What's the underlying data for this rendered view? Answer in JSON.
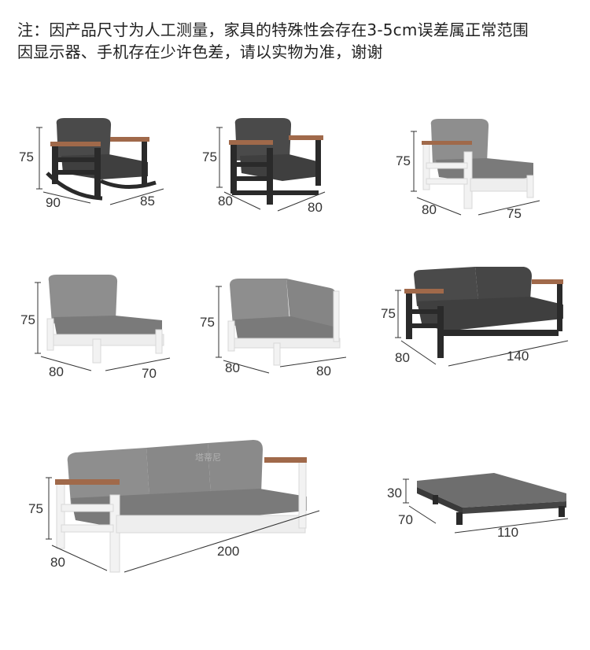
{
  "notice": {
    "line1": "注：因产品尺寸为人工测量，家具的特殊性会存在3-5cm误差属正常范围",
    "line2": "因显示器、手机存在少许色差，请以实物为准，谢谢"
  },
  "colors": {
    "cushion_dark": "#4a4a4a",
    "cushion_light": "#8e8e8e",
    "frame_black": "#2a2a2a",
    "frame_white": "#f2f2f2",
    "wood_arm": "#a0694a",
    "dimension_line": "#333333"
  },
  "products": [
    {
      "name": "rocking-armchair",
      "height": "75",
      "depth": "90",
      "width": "85"
    },
    {
      "name": "armchair-black",
      "height": "75",
      "depth": "80",
      "width": "80"
    },
    {
      "name": "armchair-white-single-arm",
      "height": "75",
      "depth": "80",
      "width": "75"
    },
    {
      "name": "armless-chair",
      "height": "75",
      "depth": "80",
      "width": "70"
    },
    {
      "name": "corner-chair",
      "height": "75",
      "depth": "80",
      "width": "80"
    },
    {
      "name": "two-seat-sofa",
      "height": "75",
      "depth": "80",
      "width": "140"
    },
    {
      "name": "three-seat-sofa",
      "height": "75",
      "depth": "80",
      "width": "200"
    },
    {
      "name": "coffee-table",
      "height": "30",
      "depth": "70",
      "width": "110"
    }
  ],
  "watermark": "塔蒂尼"
}
